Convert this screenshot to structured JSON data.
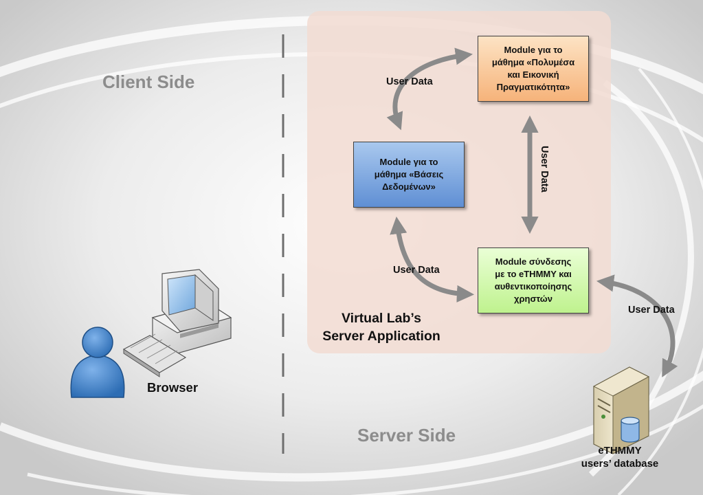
{
  "diagram": {
    "client_side_label": "Client Side",
    "server_side_label": "Server Side",
    "server_app_label": "Virtual Lab’s\nServer Application",
    "browser_label": "Browser",
    "database_label": "eTHMMY\nusers’ database",
    "modules": {
      "multimedia": "Module για το\nμάθημα «Πολυμέσα\nκαι Εικονική\nΠραγματικότητα»",
      "databases": "Module για το\nμάθημα «Βάσεις\nΔεδομένων»",
      "auth": "Module σύνδεσης\nμε το eTHMMY και\nαυθεντικοποίησης\nχρηστών"
    },
    "arrow_labels": {
      "top": "User Data",
      "vertical": "User Data",
      "middle": "User Data",
      "right": "User Data"
    },
    "colors": {
      "server_region": "#f2dcd2",
      "multimedia_box": "#f6b37a",
      "databases_box": "#5f8fd4",
      "auth_box": "#bff28e",
      "arrow": "#8c8c8c",
      "user_icon": "#3a7cc6"
    },
    "icons": [
      "user-icon",
      "computer-icon",
      "keyboard-icon",
      "server-icon",
      "database-icon"
    ]
  }
}
